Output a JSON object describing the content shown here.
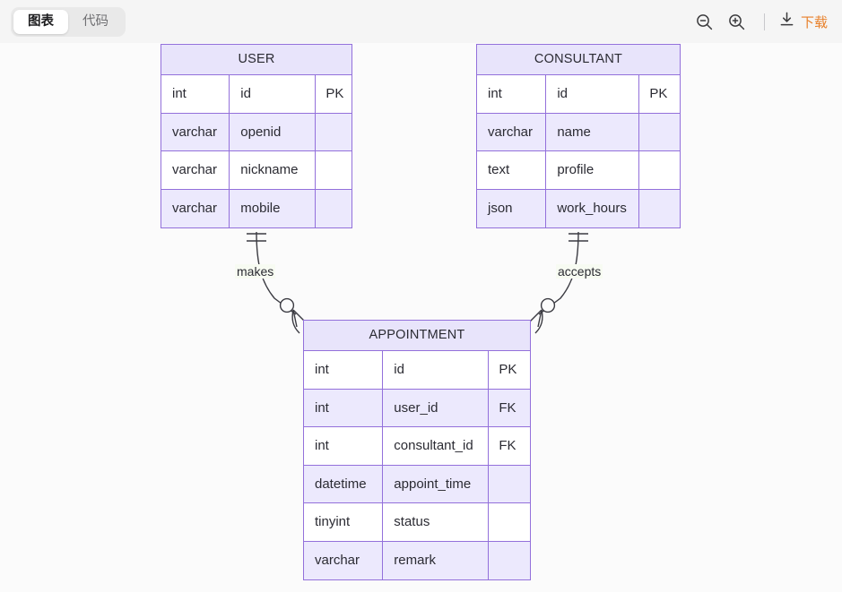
{
  "toolbar": {
    "tabs": [
      {
        "label": "图表",
        "active": true
      },
      {
        "label": "代码",
        "active": false
      }
    ],
    "zoom_out_icon": "zoom-out-icon",
    "zoom_in_icon": "zoom-in-icon",
    "download_icon": "download-icon",
    "download_label": "下载",
    "accent_color": "#e8802a"
  },
  "diagram": {
    "type": "er-diagram",
    "entity_border_color": "#9370db",
    "entity_header_fill": "#e8e4fb",
    "entity_row_fill": "#ece9fd",
    "canvas_background": "#fbfbfb",
    "entities": [
      {
        "name": "USER",
        "attributes": [
          {
            "type": "int",
            "field": "id",
            "key": "PK"
          },
          {
            "type": "varchar",
            "field": "openid",
            "key": ""
          },
          {
            "type": "varchar",
            "field": "nickname",
            "key": ""
          },
          {
            "type": "varchar",
            "field": "mobile",
            "key": ""
          }
        ]
      },
      {
        "name": "CONSULTANT",
        "attributes": [
          {
            "type": "int",
            "field": "id",
            "key": "PK"
          },
          {
            "type": "varchar",
            "field": "name",
            "key": ""
          },
          {
            "type": "text",
            "field": "profile",
            "key": ""
          },
          {
            "type": "json",
            "field": "work_hours",
            "key": ""
          }
        ]
      },
      {
        "name": "APPOINTMENT",
        "attributes": [
          {
            "type": "int",
            "field": "id",
            "key": "PK"
          },
          {
            "type": "int",
            "field": "user_id",
            "key": "FK"
          },
          {
            "type": "int",
            "field": "consultant_id",
            "key": "FK"
          },
          {
            "type": "datetime",
            "field": "appoint_time",
            "key": ""
          },
          {
            "type": "tinyint",
            "field": "status",
            "key": ""
          },
          {
            "type": "varchar",
            "field": "remark",
            "key": ""
          }
        ]
      }
    ],
    "relationships": [
      {
        "label": "makes",
        "from": "USER",
        "to": "APPOINTMENT",
        "from_cardinality": "exactly-one",
        "to_cardinality": "zero-or-many"
      },
      {
        "label": "accepts",
        "from": "CONSULTANT",
        "to": "APPOINTMENT",
        "from_cardinality": "exactly-one",
        "to_cardinality": "zero-or-many"
      }
    ]
  }
}
